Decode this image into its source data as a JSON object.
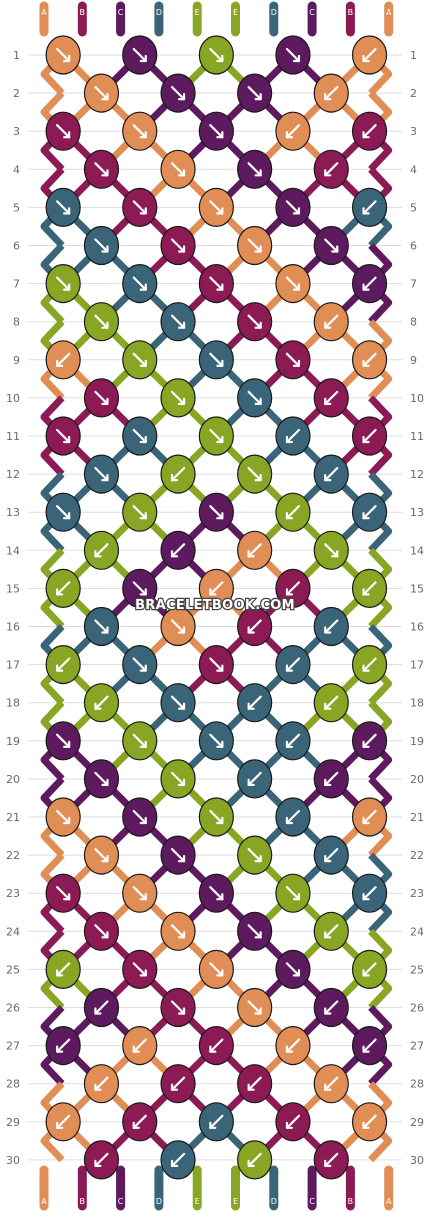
{
  "watermark": "BRACELETBOOK.COM",
  "strands": {
    "letters": [
      "A",
      "B",
      "C",
      "D",
      "E",
      "E",
      "D",
      "C",
      "B",
      "A"
    ],
    "colors": [
      "#e08e55",
      "#8b1a55",
      "#5d1a5f",
      "#3a6478",
      "#88a523",
      "#88a523",
      "#3a6478",
      "#5d1a5f",
      "#8b1a55",
      "#e08e55"
    ]
  },
  "row_numbers": [
    1,
    2,
    3,
    4,
    5,
    6,
    7,
    8,
    9,
    10,
    11,
    12,
    13,
    14,
    15,
    16,
    17,
    18,
    19,
    20,
    21,
    22,
    23,
    24,
    25,
    26,
    27,
    28,
    29,
    30
  ],
  "knot_colors": {
    "A": "#e08e55",
    "B": "#8b1a55",
    "C": "#5d1a5f",
    "D": "#3a6478",
    "E": "#88a523"
  },
  "knot_rows": [
    [
      "A:r",
      "C:r",
      "E:r",
      "C:r",
      "A:l"
    ],
    [
      "A:r",
      "C:r",
      "C:r",
      "A:l"
    ],
    [
      "B:r",
      "A:r",
      "C:r",
      "A:l",
      "B:l"
    ],
    [
      "B:r",
      "A:r",
      "C:r",
      "B:l"
    ],
    [
      "D:r",
      "B:r",
      "A:r",
      "C:r",
      "D:l"
    ],
    [
      "D:r",
      "B:r",
      "A:r",
      "C:r"
    ],
    [
      "E:r",
      "D:r",
      "B:r",
      "A:r",
      "C:l"
    ],
    [
      "E:r",
      "D:r",
      "B:r",
      "A:l"
    ],
    [
      "A:l",
      "E:r",
      "D:r",
      "B:r",
      "A:l"
    ],
    [
      "B:r",
      "E:r",
      "D:r",
      "B:l"
    ],
    [
      "B:r",
      "D:r",
      "E:r",
      "D:l",
      "B:l"
    ],
    [
      "D:r",
      "E:l",
      "E:r",
      "D:l"
    ],
    [
      "D:r",
      "E:r",
      "C:r",
      "E:l",
      "D:l"
    ],
    [
      "E:l",
      "C:l",
      "A:l",
      "E:r"
    ],
    [
      "E:l",
      "C:r",
      "A:l",
      "B:l",
      "E:l"
    ],
    [
      "D:r",
      "A:r",
      "B:l",
      "D:l"
    ],
    [
      "E:l",
      "D:r",
      "B:r",
      "D:l",
      "E:l"
    ],
    [
      "E:l",
      "D:r",
      "D:l",
      "E:l"
    ],
    [
      "C:r",
      "E:r",
      "D:r",
      "D:l",
      "C:l"
    ],
    [
      "C:r",
      "E:r",
      "D:l",
      "C:l"
    ],
    [
      "A:r",
      "C:r",
      "E:r",
      "D:l",
      "A:l"
    ],
    [
      "A:r",
      "C:r",
      "E:r",
      "D:l"
    ],
    [
      "B:r",
      "A:r",
      "C:r",
      "E:r",
      "D:l"
    ],
    [
      "B:r",
      "A:r",
      "C:r",
      "E:l"
    ],
    [
      "E:l",
      "B:r",
      "A:r",
      "C:r",
      "E:l"
    ],
    [
      "C:l",
      "B:r",
      "A:r",
      "C:l"
    ],
    [
      "C:l",
      "A:l",
      "B:l",
      "A:l",
      "C:l"
    ],
    [
      "A:l",
      "B:l",
      "B:l",
      "A:l"
    ],
    [
      "A:l",
      "B:l",
      "D:l",
      "B:l",
      "A:l"
    ],
    [
      "B:l",
      "D:l",
      "E:l",
      "B:l"
    ]
  ]
}
